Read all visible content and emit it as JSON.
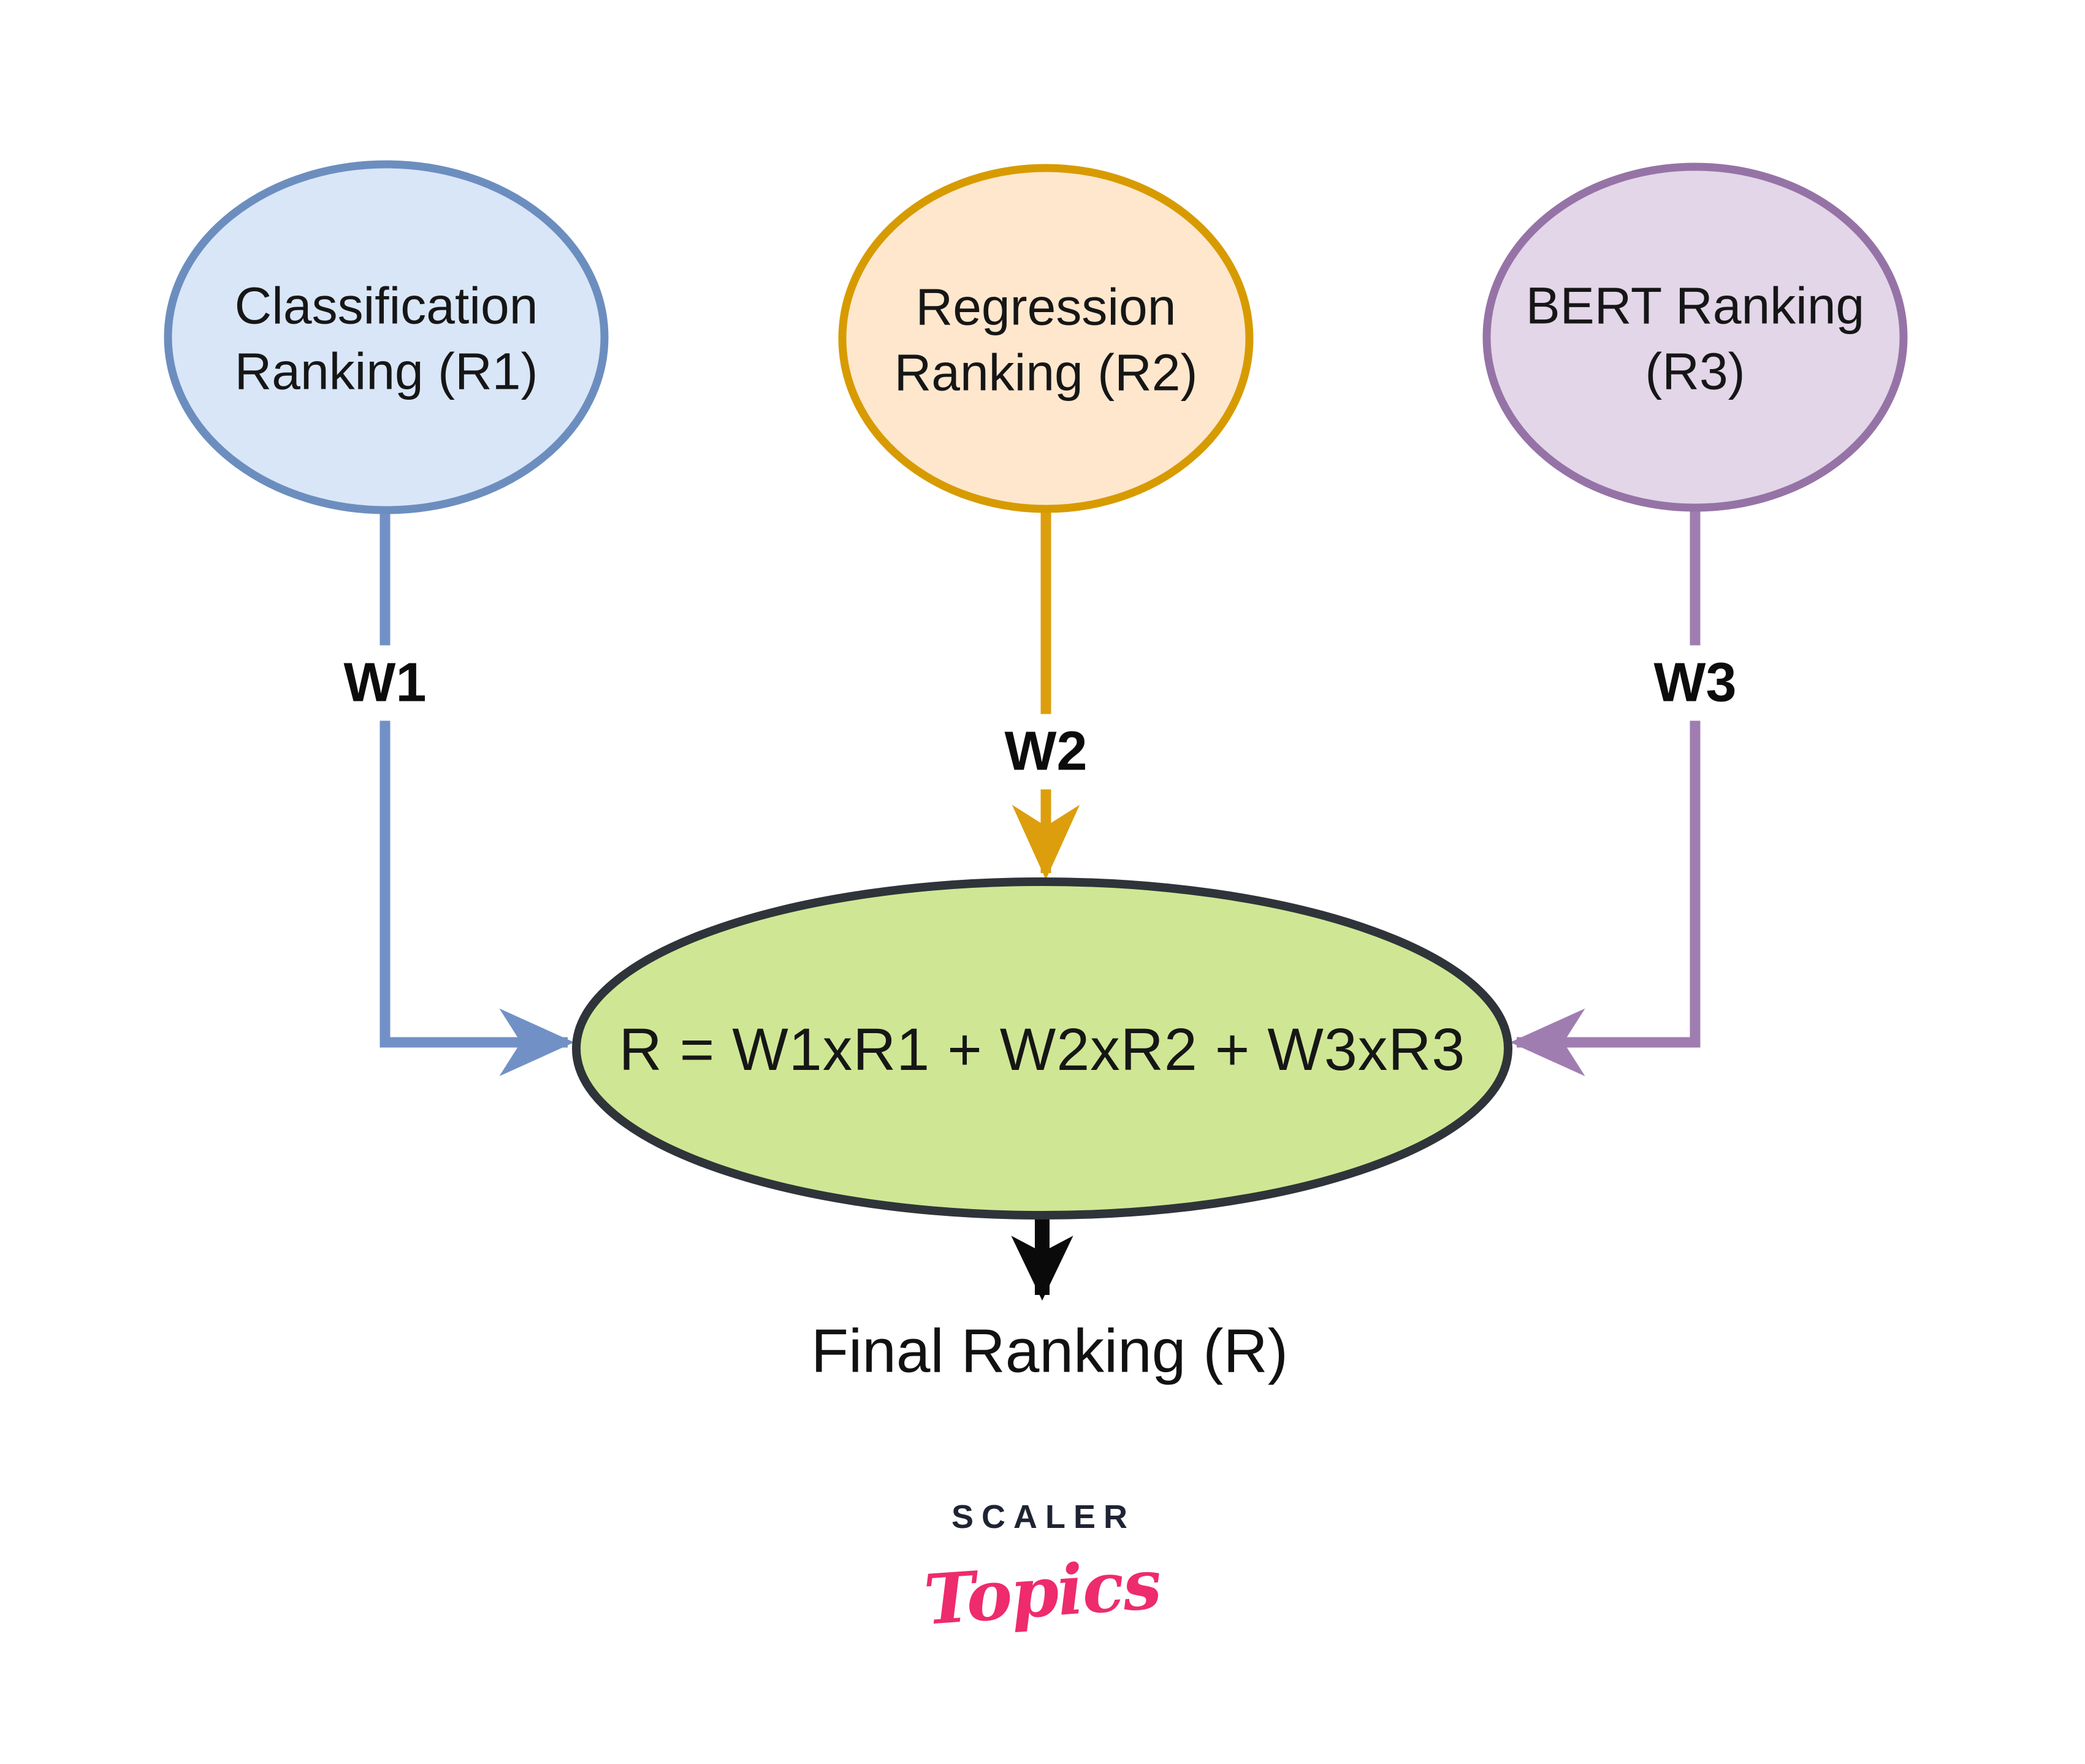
{
  "diagram": {
    "background_color": "#ffffff",
    "nodes": {
      "classification": {
        "line1": "Classification",
        "line2": "Ranking (R1)",
        "fill": "#d9e6f8",
        "stroke": "#6c8ebf"
      },
      "regression": {
        "line1": "Regression",
        "line2": "Ranking (R2)",
        "fill": "#fee7cd",
        "stroke": "#d79b00"
      },
      "bert": {
        "line1": "BERT Ranking",
        "line2": "(R3)",
        "fill": "#e2d6e8",
        "stroke": "#9673a6"
      },
      "combiner": {
        "formula": "R = W1xR1 + W2xR2 + W3xR3",
        "fill": "#cfe794",
        "stroke": "#2f343a"
      }
    },
    "edges": {
      "w1": {
        "label": "W1",
        "color": "#7191c6"
      },
      "w2": {
        "label": "W2",
        "color": "#dc9e0d"
      },
      "w3": {
        "label": "W3",
        "color": "#a07db1"
      },
      "output": {
        "color": "#0a0a0a"
      }
    },
    "output_label": "Final Ranking (R)"
  },
  "branding": {
    "wordmark": "SCALER",
    "script": "Topics",
    "wordmark_color": "#1e2433",
    "script_color": "#ee2b6c"
  }
}
